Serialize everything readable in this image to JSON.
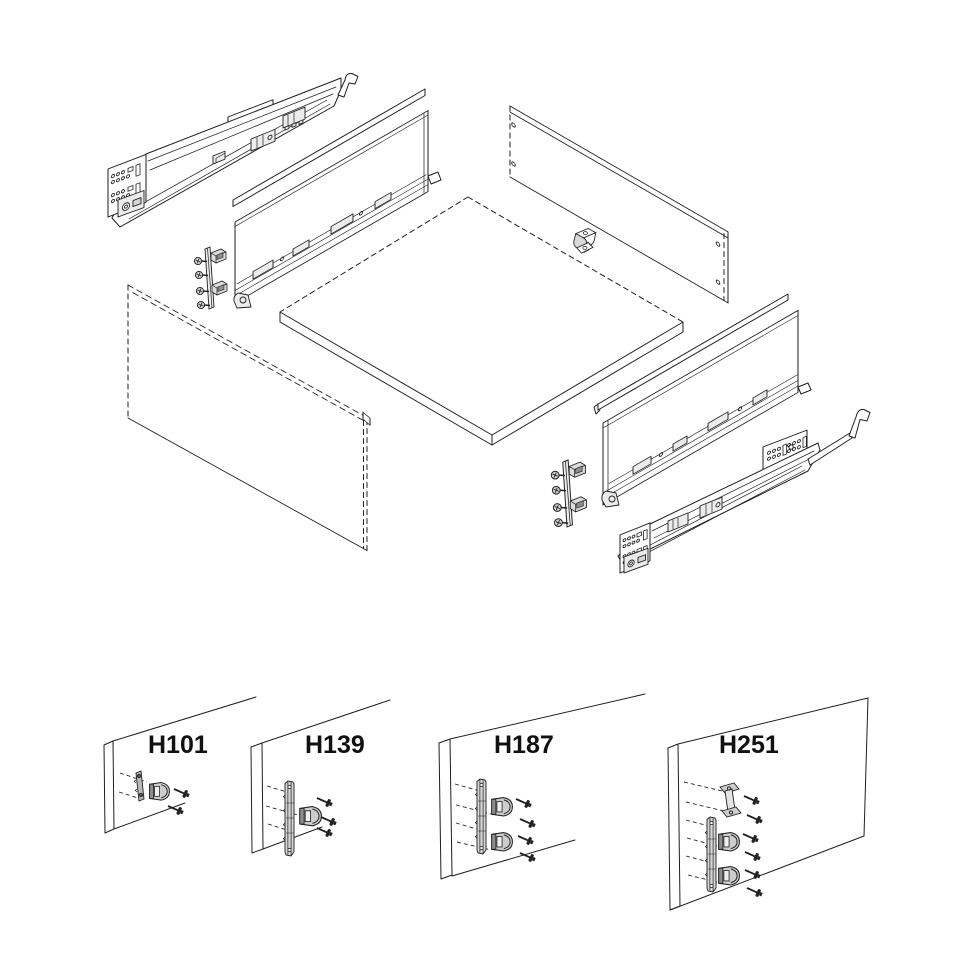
{
  "diagram": {
    "type": "exploded-assembly-drawing",
    "subject": "drawer slide system with cabinet panels",
    "colors": {
      "line": "#1f1f1f",
      "panel_fill": "#ffffff",
      "metal_light": "#d6d6d6",
      "metal_dark": "#8d8d8d"
    },
    "parts": [
      "left-drawer-slide",
      "left-drawer-side-panel",
      "left-gallery-rail",
      "left-front-fixing-brackets",
      "cabinet-side-panel",
      "drawer-bottom-panel",
      "drawer-back-panel",
      "back-fixing-bracket",
      "right-gallery-rail",
      "right-drawer-side-panel",
      "right-front-fixing-brackets",
      "right-drawer-slide"
    ]
  },
  "variants": [
    {
      "label": "H101",
      "screws": 2
    },
    {
      "label": "H139",
      "screws": 3
    },
    {
      "label": "H187",
      "screws": 4
    },
    {
      "label": "H251",
      "screws": 6
    }
  ]
}
